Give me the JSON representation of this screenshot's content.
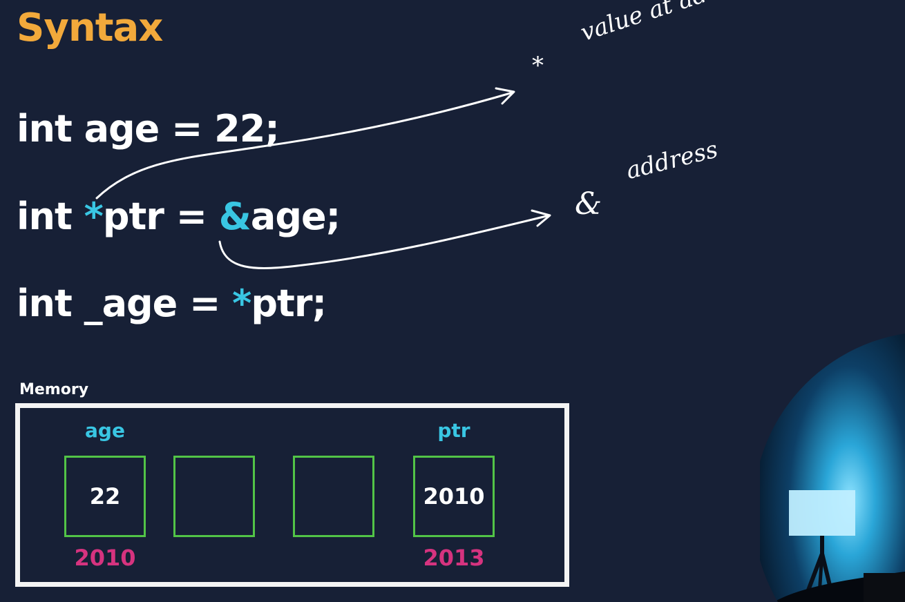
{
  "slide": {
    "title": "Syntax",
    "code_lines": [
      {
        "prefix": "int ",
        "accent1": "",
        "mid": "age = 22;",
        "accent2": "",
        "suffix": ""
      },
      {
        "prefix": "int ",
        "accent1": "*",
        "mid": "ptr = ",
        "accent2": "&",
        "suffix": "age;"
      },
      {
        "prefix": "int _age = ",
        "accent1": "*",
        "mid": "ptr;",
        "accent2": "",
        "suffix": ""
      }
    ],
    "annotations": {
      "star_symbol": "*",
      "star_meaning": "value at address",
      "amp_symbol": "&",
      "amp_meaning": "address"
    }
  },
  "memory": {
    "label": "Memory",
    "cells": [
      {
        "var": "age",
        "value": "22",
        "address": "2010"
      },
      {
        "var": "",
        "value": "",
        "address": ""
      },
      {
        "var": "",
        "value": "",
        "address": ""
      },
      {
        "var": "ptr",
        "value": "2010",
        "address": "2013"
      }
    ]
  },
  "colors": {
    "background": "#172036",
    "title": "#f2a93b",
    "accent": "#39c6e3",
    "cell_border": "#52c447",
    "address": "#d6337f"
  }
}
